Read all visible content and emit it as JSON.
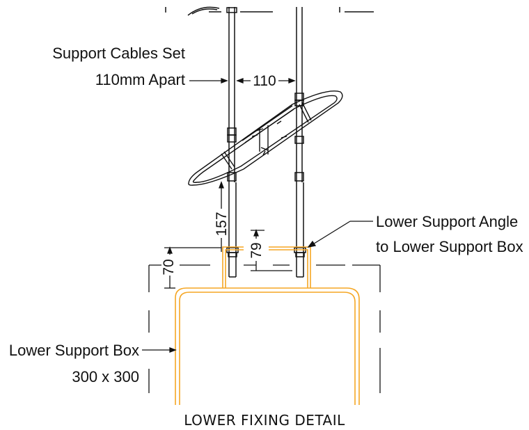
{
  "labels": {
    "support_cables_line1": "Support Cables Set",
    "support_cables_line2": "110mm Apart",
    "lower_angle_line1": "Lower Support Angle",
    "lower_angle_line2": "to Lower Support Box",
    "lower_box_line1": "Lower Support Box",
    "lower_box_line2": "300 x 300",
    "title": "LOWER FIXING DETAIL"
  },
  "dimensions": {
    "cable_spacing": "110",
    "rod_gap": "157",
    "angle_height": "79",
    "box_offset": "70"
  },
  "colors": {
    "line": "#111111",
    "support_box": "#f5a623"
  }
}
